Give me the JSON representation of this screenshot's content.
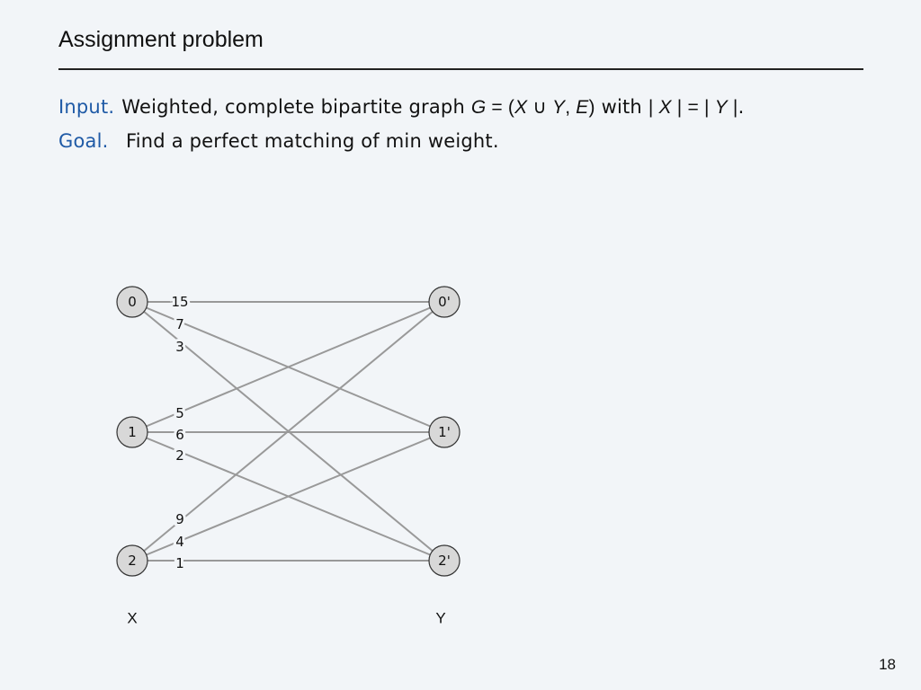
{
  "slide": {
    "title": "Assignment problem",
    "input_label": "Input.",
    "input_text_1": "Weighted, complete bipartite graph ",
    "math_G": "G",
    "math_eq1": " = (",
    "math_X": "X",
    "math_cup": " ∪ ",
    "math_Y": "Y",
    "math_comma": ", ",
    "math_E": "E",
    "math_close": ")",
    "input_text_2": " with ",
    "math_bar1": "| ",
    "math_X2": "X",
    "math_bar2": " | = | ",
    "math_Y2": "Y",
    "math_bar3": " |",
    "input_text_3": ".",
    "goal_label": "Goal.",
    "goal_text": "Find a perfect matching of min weight.",
    "page_number": "18"
  },
  "colors": {
    "accent": "#1f5aa6",
    "node_fill": "#d8d8d8",
    "edge": "#999999"
  },
  "graph": {
    "left_set_label": "X",
    "right_set_label": "Y",
    "left_nodes": [
      "0",
      "1",
      "2"
    ],
    "right_nodes": [
      "0'",
      "1'",
      "2'"
    ],
    "edges": [
      {
        "from": 0,
        "to": 0,
        "weight": "15"
      },
      {
        "from": 0,
        "to": 1,
        "weight": "7"
      },
      {
        "from": 0,
        "to": 2,
        "weight": "3"
      },
      {
        "from": 1,
        "to": 0,
        "weight": "5"
      },
      {
        "from": 1,
        "to": 1,
        "weight": "6"
      },
      {
        "from": 1,
        "to": 2,
        "weight": "2"
      },
      {
        "from": 2,
        "to": 0,
        "weight": "9"
      },
      {
        "from": 2,
        "to": 1,
        "weight": "4"
      },
      {
        "from": 2,
        "to": 2,
        "weight": "1"
      }
    ]
  }
}
